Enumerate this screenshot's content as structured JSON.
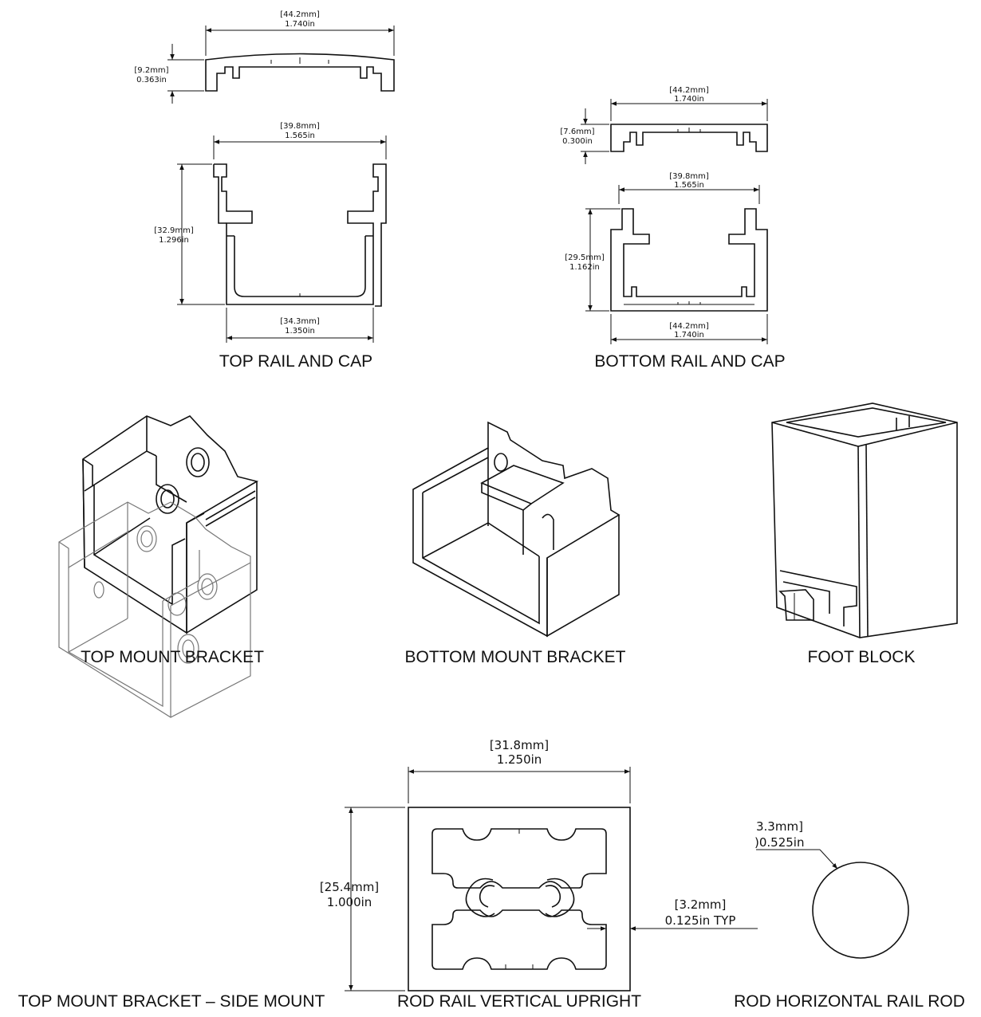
{
  "captions": {
    "top_rail": "TOP RAIL AND CAP",
    "bottom_rail": "BOTTOM RAIL AND CAP",
    "top_mount": "TOP MOUNT BRACKET",
    "bottom_mount": "BOTTOM MOUNT BRACKET",
    "foot_block": "FOOT BLOCK",
    "side_mount": "TOP MOUNT BRACKET – SIDE MOUNT",
    "vertical_upright": "ROD RAIL VERTICAL UPRIGHT",
    "horizontal_rod": "ROD HORIZONTAL RAIL ROD"
  },
  "dims": {
    "top_cap_width_mm": "[44.2mm]",
    "top_cap_width_in": "1.740in",
    "top_cap_height_mm": "[9.2mm]",
    "top_cap_height_in": "0.363in",
    "top_rail_width_mm": "[39.8mm]",
    "top_rail_width_in": "1.565in",
    "top_rail_height_mm": "[32.9mm]",
    "top_rail_height_in": "1.296in",
    "top_rail_base_mm": "[34.3mm]",
    "top_rail_base_in": "1.350in",
    "bot_cap_width_mm": "[44.2mm]",
    "bot_cap_width_in": "1.740in",
    "bot_cap_height_mm": "[7.6mm]",
    "bot_cap_height_in": "0.300in",
    "bot_rail_width_mm": "[39.8mm]",
    "bot_rail_width_in": "1.565in",
    "bot_rail_height_mm": "[29.5mm]",
    "bot_rail_height_in": "1.162in",
    "bot_rail_base_mm": "[44.2mm]",
    "bot_rail_base_in": "1.740in",
    "upright_width_mm": "[31.8mm]",
    "upright_width_in": "1.250in",
    "upright_height_mm": "[25.4mm]",
    "upright_height_in": "1.000in",
    "upright_wall_mm": "[3.2mm]",
    "upright_wall_in": "0.125in  TYP",
    "rod_dia_mm": "3.3mm]",
    "rod_dia_in": ")0.525in"
  }
}
